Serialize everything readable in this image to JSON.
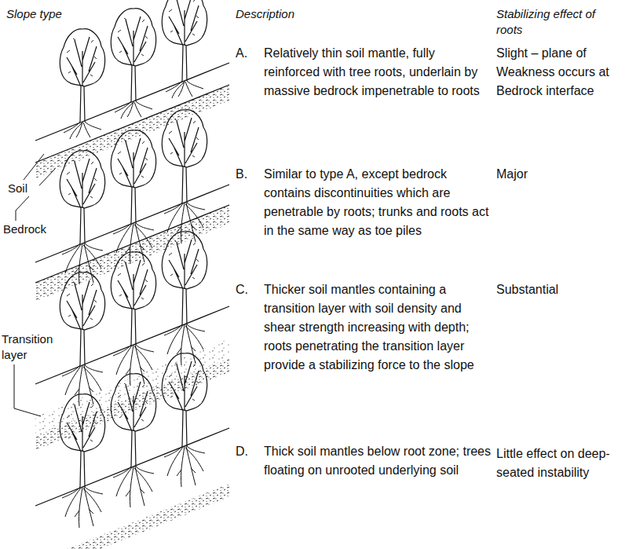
{
  "diagram": {
    "labels": [
      "Slope type",
      "Description",
      "Stabilizing effect of roots",
      "A.",
      "Relatively thin soil mantle, fully reinforced with tree roots, underlain by massive bedrock impenetrable to roots",
      "Slight – plane of Weakness occurs at Bedrock interface",
      "B.",
      "Similar to type A, except bedrock contains discontinuities which are penetrable by roots; trunks and roots act in the same way as toe piles",
      "Major",
      "C.",
      "Thicker soil mantles containing a transition layer with soil density and shear strength increasing with depth; roots penetrating the transition layer provide a stabilizing force to the slope",
      "Substantial",
      "D.",
      "Thick soil mantles below root zone; trees floating on unrooted underlying soil",
      "Little effect on deep-seated instability",
      "Soil",
      "Bedrock",
      "Transition layer"
    ]
  }
}
